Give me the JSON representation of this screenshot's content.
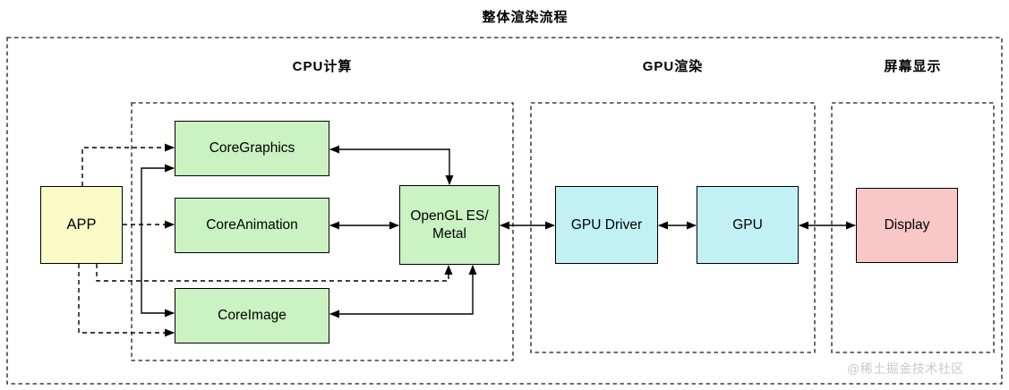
{
  "title": "整体渲染流程",
  "watermark": "@稀土掘金技术社区",
  "regions": [
    {
      "id": "cpu",
      "label": "CPU计算"
    },
    {
      "id": "gpu",
      "label": "GPU渲染"
    },
    {
      "id": "screen",
      "label": "屏幕显示"
    }
  ],
  "nodes": [
    {
      "id": "app",
      "label": "APP",
      "fill": "#FBFBC8"
    },
    {
      "id": "coregraphics",
      "label": "CoreGraphics",
      "fill": "#CAF2C2"
    },
    {
      "id": "coreanimation",
      "label": "CoreAnimation",
      "fill": "#CAF2C2"
    },
    {
      "id": "coreimage",
      "label": "CoreImage",
      "fill": "#CAF2C2"
    },
    {
      "id": "opengl",
      "label": "OpenGL ES/Metal",
      "label_line1": "OpenGL ES/",
      "label_line2": "Metal",
      "fill": "#CAF2C2"
    },
    {
      "id": "gpu_driver",
      "label": "GPU Driver",
      "fill": "#C2F1F5"
    },
    {
      "id": "gpu",
      "label": "GPU",
      "fill": "#C2F1F5"
    },
    {
      "id": "display",
      "label": "Display",
      "fill": "#F9C7C6"
    }
  ],
  "edges": [
    {
      "from": "APP",
      "to": "CoreGraphics",
      "style": "dashed",
      "direction": "one-way"
    },
    {
      "from": "APP",
      "to": "CoreAnimation",
      "style": "dashed",
      "direction": "one-way"
    },
    {
      "from": "APP",
      "to": "CoreImage",
      "style": "dashed",
      "direction": "one-way"
    },
    {
      "from": "APP",
      "to": "OpenGL ES/Metal",
      "style": "dashed",
      "direction": "one-way"
    },
    {
      "from": "CoreGraphics",
      "to": "CoreImage",
      "style": "solid",
      "direction": "two-way"
    },
    {
      "from": "CoreGraphics",
      "to": "OpenGL ES/Metal",
      "style": "solid",
      "direction": "two-way"
    },
    {
      "from": "CoreAnimation",
      "to": "OpenGL ES/Metal",
      "style": "solid",
      "direction": "two-way"
    },
    {
      "from": "CoreImage",
      "to": "OpenGL ES/Metal",
      "style": "solid",
      "direction": "two-way"
    },
    {
      "from": "OpenGL ES/Metal",
      "to": "GPU Driver",
      "style": "solid",
      "direction": "two-way"
    },
    {
      "from": "GPU Driver",
      "to": "GPU",
      "style": "solid",
      "direction": "two-way"
    },
    {
      "from": "GPU",
      "to": "Display",
      "style": "solid",
      "direction": "two-way"
    }
  ]
}
